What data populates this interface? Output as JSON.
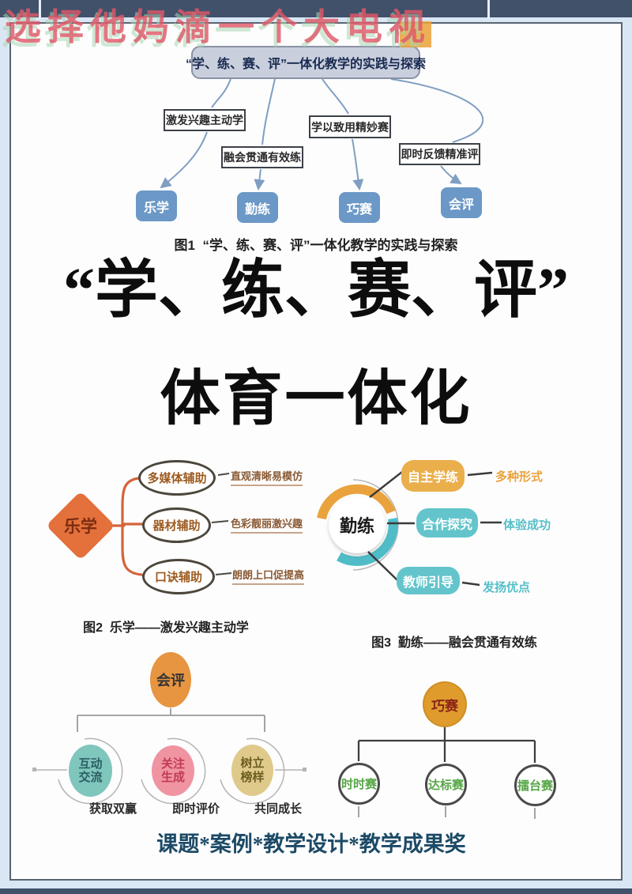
{
  "watermark": {
    "text": "选择他妈滴一个大电视"
  },
  "fig1": {
    "root": "“学、练、赛、评”一体化教学的实践与探索",
    "branches": [
      {
        "label": "激发兴趣主动学"
      },
      {
        "label": "融会贯通有效练"
      },
      {
        "label": "学以致用精妙赛"
      },
      {
        "label": "即时反馈精准评"
      }
    ],
    "nodes": [
      {
        "label": "乐学"
      },
      {
        "label": "勤练"
      },
      {
        "label": "巧赛"
      },
      {
        "label": "会评"
      }
    ],
    "caption": "图1  “学、练、赛、评”一体化教学的实践与探索"
  },
  "title": {
    "line1": "“学、练、赛、评”",
    "line2": "体育一体化"
  },
  "fig2": {
    "center": "乐学",
    "branches": [
      {
        "label": "多媒体辅助",
        "note": "直观清晰易模仿"
      },
      {
        "label": "器材辅助",
        "note": "色彩靓丽激兴趣"
      },
      {
        "label": "口诀辅助",
        "note": "朗朗上口促提高"
      }
    ],
    "caption": "图2  乐学——激发兴趣主动学"
  },
  "fig3": {
    "center": "勤练",
    "branches": [
      {
        "label": "自主学练",
        "note": "多种形式"
      },
      {
        "label": "合作探究",
        "note": "体验成功"
      },
      {
        "label": "教师引导",
        "note": "发扬优点"
      }
    ],
    "caption": "图3  勤练——融会贯通有效练"
  },
  "fig4": {
    "center": "会评",
    "branches": [
      {
        "line1": "互动",
        "line2": "交流",
        "note": "获取双赢"
      },
      {
        "line1": "关注",
        "line2": "生成",
        "note": "即时评价"
      },
      {
        "line1": "树立",
        "line2": "榜样",
        "note": "共同成长"
      }
    ]
  },
  "fig5": {
    "center": "巧赛",
    "branches": [
      {
        "label": "时时赛"
      },
      {
        "label": "达标赛"
      },
      {
        "label": "擂台赛"
      }
    ]
  },
  "footer": {
    "text": "课题*案例*教学设计*教学成果奖"
  },
  "colors": {
    "app_bar": "#41516a",
    "page_margin": "#d9e7f4",
    "watermark_red": "#df5868",
    "node_blue": "#6b98c6",
    "orange": "#e8a23c",
    "deep_orange": "#e4703b",
    "teal": "#5ec0c8",
    "pink": "#f094a2",
    "tan": "#dfca8b",
    "green": "#55a645",
    "footer_navy": "#1c4a66"
  }
}
